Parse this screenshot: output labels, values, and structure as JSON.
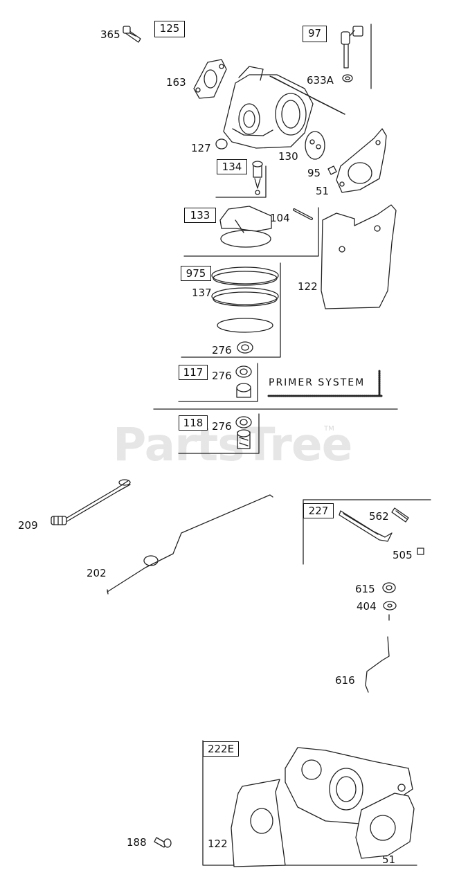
{
  "watermark": {
    "text": "PartsTree",
    "tm": "TM"
  },
  "primer_system": "PRIMER SYSTEM",
  "kit_boxes": {
    "k125": "125",
    "k97": "97",
    "k134": "134",
    "k133": "133",
    "k975": "975",
    "k117": "117",
    "k118": "118",
    "k227": "227",
    "k222E": "222E"
  },
  "part_labels": {
    "p365": "365",
    "p163": "163",
    "p633A": "633A",
    "p127": "127",
    "p130": "130",
    "p95": "95",
    "p51a": "51",
    "p104": "104",
    "p122a": "122",
    "p137": "137",
    "p276a": "276",
    "p276b": "276",
    "p276c": "276",
    "p209": "209",
    "p202": "202",
    "p562": "562",
    "p505": "505",
    "p615": "615",
    "p404": "404",
    "p616": "616",
    "p188": "188",
    "p122b": "122",
    "p51b": "51"
  }
}
